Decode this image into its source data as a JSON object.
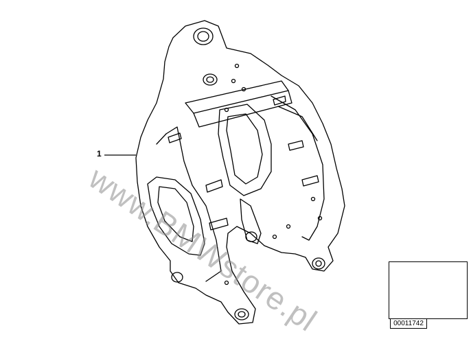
{
  "diagram": {
    "callout_number": "1",
    "watermark_text": "www.BMWstore.pl",
    "reference_code": "00011742"
  },
  "icons": {
    "main_part": "frame-bracket-drawing",
    "thumbnail": "motorcycle-location-thumbnail"
  },
  "colors": {
    "line": "#000000",
    "background": "#ffffff",
    "watermark": "#8c8c8c"
  }
}
